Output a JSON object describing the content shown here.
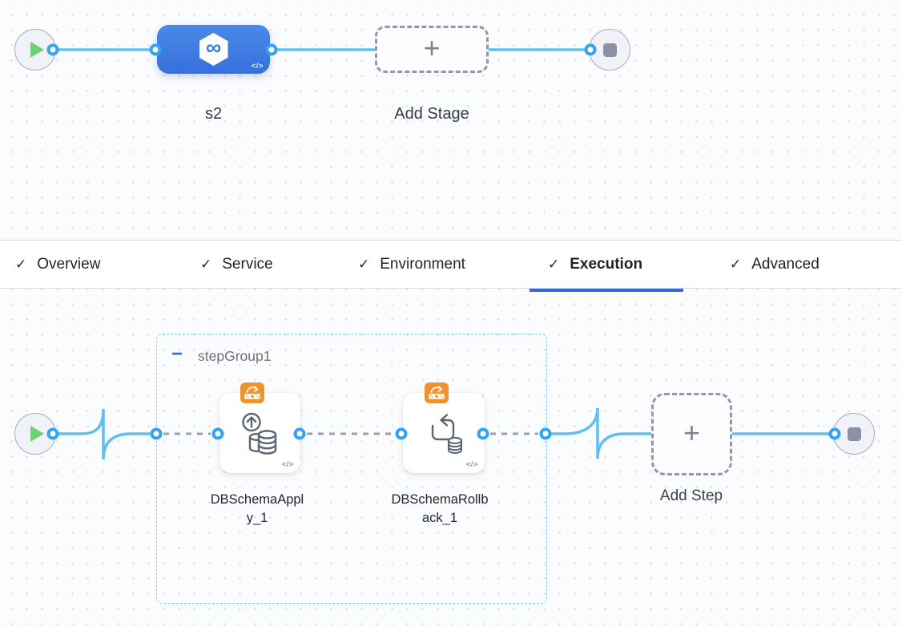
{
  "icons": {
    "check": "✓",
    "plus": "+",
    "harness_logo": "∞",
    "yaml_view": "</>",
    "collapse_minus": "−"
  },
  "stage_graph": {
    "stage": {
      "name": "s2"
    },
    "add_stage_label": "Add Stage"
  },
  "tabs": [
    {
      "label": "Overview",
      "checked": true,
      "active": false
    },
    {
      "label": "Service",
      "checked": true,
      "active": false
    },
    {
      "label": "Environment",
      "checked": true,
      "active": false
    },
    {
      "label": "Execution",
      "checked": true,
      "active": true
    },
    {
      "label": "Advanced",
      "checked": true,
      "active": false
    }
  ],
  "execution": {
    "step_group_name": "stepGroup1",
    "steps": [
      {
        "name": "DBSchemaApply_1"
      },
      {
        "name": "DBSchemaRollback_1"
      }
    ],
    "add_step_label": "Add Step"
  },
  "colors": {
    "stage_node_blue": "#3f7ee3",
    "connector_blue": "#5fc0f0",
    "port_ring_blue": "#34a3f2",
    "dashed_connector_gray": "#9aa0ac",
    "active_tab_underline": "#3467cf",
    "step_group_border": "#7ecdeb",
    "badge_orange": "#f0922d",
    "play_green": "#70cf73",
    "stop_gray": "#8b90a2"
  }
}
